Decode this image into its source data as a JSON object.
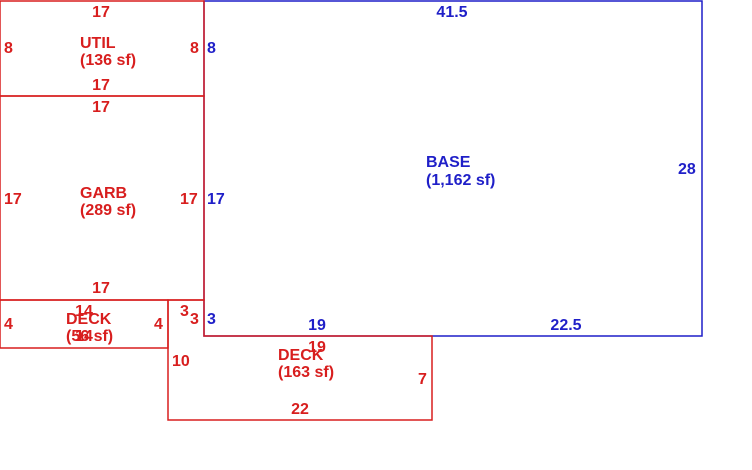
{
  "colors": {
    "base": "#1f1fc8",
    "addition": "#d81e1e",
    "background": "#ffffff"
  },
  "areas": {
    "util": {
      "name": "UTIL",
      "area": "(136 sf)"
    },
    "garb": {
      "name": "GARB",
      "area": "(289 sf)"
    },
    "deck_small": {
      "name": "DECK",
      "area": "(56 sf)"
    },
    "base": {
      "name": "BASE",
      "area": "(1,162 sf)"
    },
    "deck_large": {
      "name": "DECK",
      "area": "(163 sf)"
    }
  },
  "dimensions": {
    "util_top": "17",
    "util_left": "8",
    "util_right": "8",
    "util_bottom": "17",
    "garb_top": "17",
    "garb_left": "17",
    "garb_right": "17",
    "garb_bottom": "17",
    "deck_small_top": "14",
    "deck_small_left": "4",
    "deck_small_right": "4",
    "deck_small_bottom": "14",
    "base_top": "41.5",
    "base_right": "28",
    "base_left_top": "8",
    "base_left_mid": "17",
    "base_left_bottom": "3",
    "base_bottom_left": "19",
    "base_bottom_right": "22.5",
    "deck_large_notch_top": "3",
    "deck_large_notch_side": "3",
    "deck_large_left": "10",
    "deck_large_top": "19",
    "deck_large_right": "7",
    "deck_large_bottom": "22"
  }
}
